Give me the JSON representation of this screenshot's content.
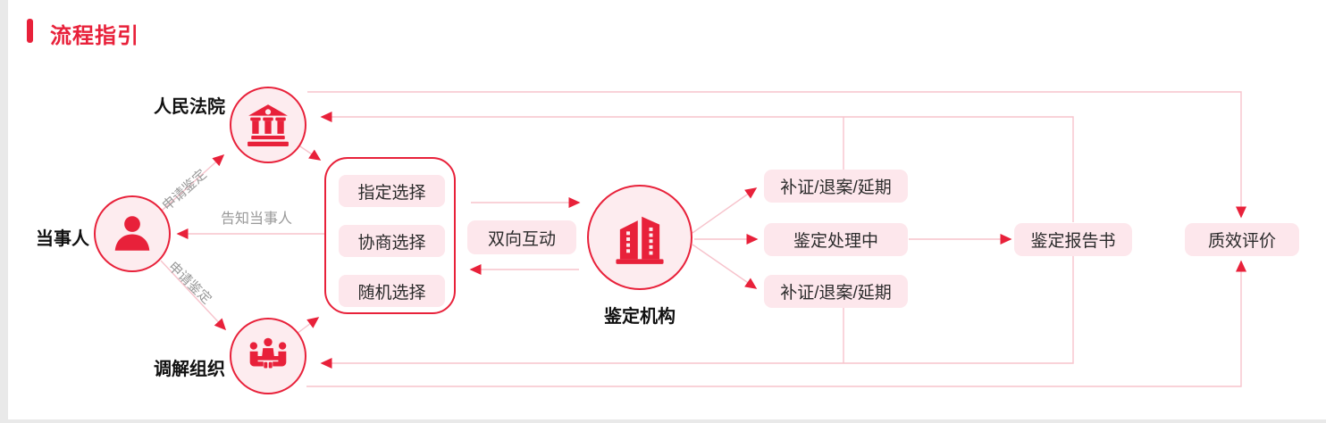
{
  "title": "流程指引",
  "colors": {
    "accent": "#e8213a",
    "connector_line": "#f7c3cc",
    "pill_background": "#fde7ec",
    "circle_background": "#fdecef",
    "muted_text": "#999999"
  },
  "nodes": {
    "court": {
      "label": "人民法院",
      "icon": "courthouse-icon"
    },
    "party": {
      "label": "当事人",
      "icon": "person-icon"
    },
    "mediation": {
      "label": "调解组织",
      "icon": "meeting-icon"
    },
    "agency": {
      "label": "鉴定机构",
      "icon": "buildings-icon"
    }
  },
  "selection_box": {
    "options": [
      {
        "label": "指定选择"
      },
      {
        "label": "协商选择"
      },
      {
        "label": "随机选择"
      }
    ]
  },
  "interaction": {
    "label": "双向互动"
  },
  "process": {
    "supplement_top": "补证/退案/延期",
    "processing": "鉴定处理中",
    "supplement_bottom": "补证/退案/延期",
    "report": "鉴定报告书",
    "quality": "质效评价"
  },
  "edge_labels": {
    "apply_to_court": "申请鉴定",
    "apply_to_mediation": "申请鉴定",
    "notify_party": "告知当事人"
  }
}
